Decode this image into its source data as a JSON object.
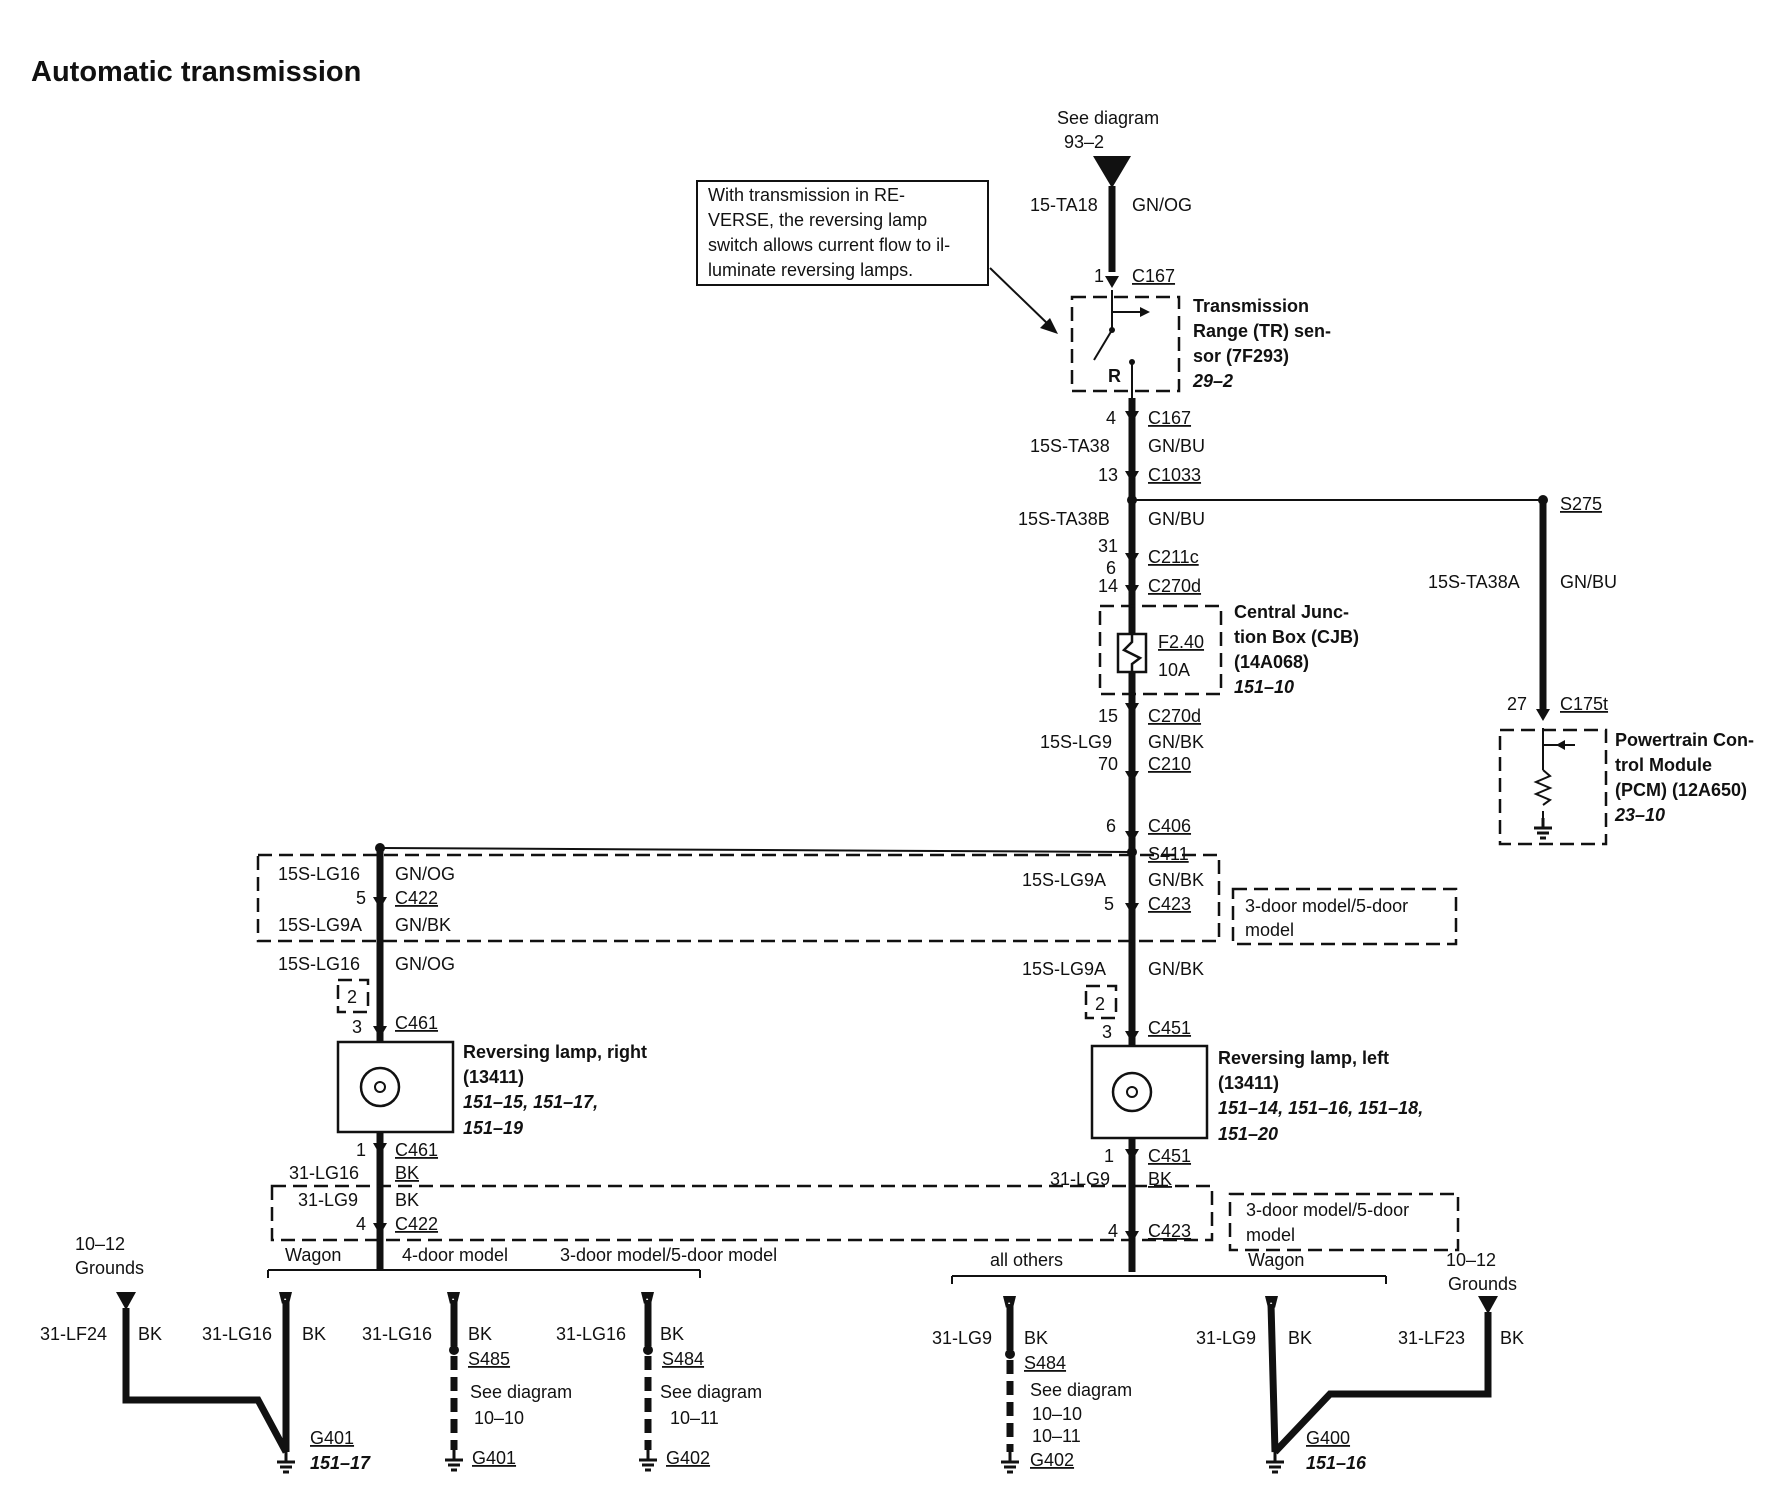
{
  "title": "Automatic transmission",
  "top": {
    "see": "See diagram",
    "ref": "93–2",
    "wire": "15-TA18",
    "color": "GN/OG",
    "pin": "1",
    "conn": "C167"
  },
  "note": {
    "lines": [
      "With transmission in RE-",
      "VERSE, the reversing lamp",
      "switch allows current flow to il-",
      "luminate reversing lamps."
    ]
  },
  "tr": {
    "lines": [
      "Transmission",
      "Range (TR) sen-",
      "sor (7F293)"
    ],
    "ref": "29–2",
    "switch": "R"
  },
  "trunk": {
    "pin4": "4",
    "c167b": "C167",
    "wire38": "15S-TA38",
    "col38": "GN/BU",
    "pin13": "13",
    "c1033": "C1033",
    "wire38b": "15S-TA38B",
    "col38b": "GN/BU",
    "pin31": "31",
    "c211c": "C211c",
    "pin6": "6",
    "pin14": "14",
    "c270d": "C270d",
    "pin15": "15",
    "c270d2": "C270d",
    "wirelg9": "15S-LG9",
    "collg9": "GN/BK",
    "pin70": "70",
    "c210": "C210",
    "pin6b": "6",
    "c406": "C406",
    "s411": "S411"
  },
  "cjb": {
    "lines": [
      "Central Junc-",
      "tion Box (CJB)",
      "(14A068)"
    ],
    "ref": "151–10",
    "fuse": "F2.40",
    "amp": "10A"
  },
  "pcm": {
    "splice": "S275",
    "wire": "15S-TA38A",
    "color": "GN/BU",
    "pin": "27",
    "conn": "C175t",
    "lines": [
      "Powertrain Con-",
      "trol Module",
      "(PCM) (12A650)"
    ],
    "ref": "23–10"
  },
  "right": {
    "wire16": "15S-LG16",
    "col16": "GN/OG",
    "pin5": "5",
    "c422": "C422",
    "wire9a": "15S-LG9A",
    "col9a": "GN/BK",
    "wire16b": "15S-LG16",
    "col16b": "GN/OG",
    "opt": "2",
    "pin3": "3",
    "c461": "C461",
    "lamp": [
      "Reversing lamp, right",
      "(13411)"
    ],
    "refs": [
      "151–15, 151–17,",
      "151–19"
    ],
    "pin1": "1",
    "c461b": "C461",
    "gw16": "31-LG16",
    "gc16": "BK",
    "gw9": "31-LG9",
    "gc9": "BK",
    "pin4": "4",
    "c422b": "C422",
    "br1": "Wagon",
    "br2": "4-door model",
    "br3": "3-door model/5-door model"
  },
  "left": {
    "wire9a": "15S-LG9A",
    "col9a": "GN/BK",
    "pin5": "5",
    "c423": "C423",
    "box": [
      "3-door model/5-door",
      "model"
    ],
    "wire9b": "15S-LG9A",
    "col9b": "GN/BK",
    "opt": "2",
    "pin3": "3",
    "c451": "C451",
    "lamp": [
      "Reversing lamp, left",
      "(13411)"
    ],
    "refs": [
      "151–14, 151–16, 151–18,",
      "151–20"
    ],
    "pin1": "1",
    "c451b": "C451",
    "gw9": "31-LG9",
    "gc9": "BK",
    "box2": [
      "3-door model/5-door",
      "model"
    ],
    "pin4": "4",
    "c423b": "C423",
    "br1": "all others",
    "br2": "Wagon"
  },
  "grounds": {
    "g1": {
      "ref1": "10–12",
      "ref2": "Grounds",
      "wire": "31-LF24",
      "color": "BK"
    },
    "g2": {
      "wire": "31-LG16",
      "color": "BK",
      "name": "G401",
      "ref": "151–17"
    },
    "g3": {
      "wire": "31-LG16",
      "color": "BK",
      "splice": "S485",
      "see": "See diagram",
      "ref": "10–10",
      "name": "G401"
    },
    "g4": {
      "wire": "31-LG16",
      "color": "BK",
      "splice": "S484",
      "see": "See diagram",
      "ref": "10–11",
      "name": "G402"
    },
    "g5": {
      "wire": "31-LG9",
      "color": "BK",
      "splice": "S484",
      "see": "See diagram",
      "ref1": "10–10",
      "ref2": "10–11",
      "name": "G402"
    },
    "g6": {
      "wire": "31-LG9",
      "color": "BK",
      "name": "G400",
      "ref": "151–16"
    },
    "g7": {
      "ref1": "10–12",
      "ref2": "Grounds",
      "wire": "31-LF23",
      "color": "BK"
    }
  }
}
